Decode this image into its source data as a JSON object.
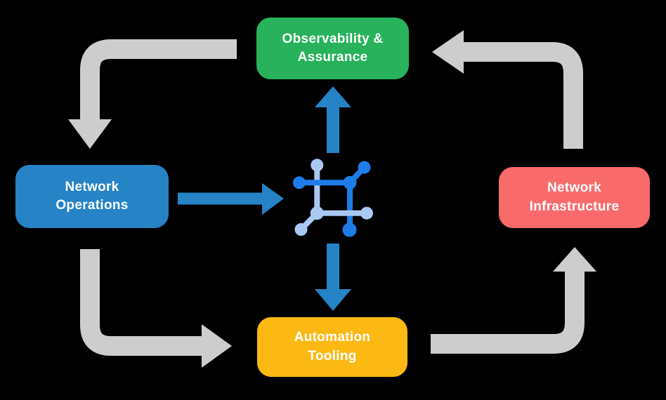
{
  "nodes": {
    "observability": {
      "label": "Observability & Assurance",
      "color": "#27B25B"
    },
    "operations": {
      "label": "Network Operations",
      "color": "#2583C6"
    },
    "infrastructure": {
      "label": "Network Infrastructure",
      "color": "#F96B6B"
    },
    "automation": {
      "label": "Automation Tooling",
      "color": "#FCB914"
    }
  },
  "center_icon": {
    "name": "network-automation-icon",
    "primary_color": "#1E7CE8",
    "secondary_color": "#A9C9F3"
  },
  "colors": {
    "background": "#000000",
    "cycle_arrow": "#CDCDCD",
    "process_arrow": "#2583C6",
    "node_text": "#FFFFFF"
  },
  "flows": [
    {
      "from": "observability",
      "to": "operations",
      "style": "gray-cycle"
    },
    {
      "from": "operations",
      "to": "automation",
      "style": "gray-cycle"
    },
    {
      "from": "automation",
      "to": "infrastructure",
      "style": "gray-cycle"
    },
    {
      "from": "infrastructure",
      "to": "observability",
      "style": "gray-cycle"
    },
    {
      "from": "operations",
      "to": "center-icon",
      "style": "blue-straight"
    },
    {
      "from": "center-icon",
      "to": "observability",
      "style": "blue-straight"
    },
    {
      "from": "center-icon",
      "to": "automation",
      "style": "blue-straight"
    }
  ]
}
